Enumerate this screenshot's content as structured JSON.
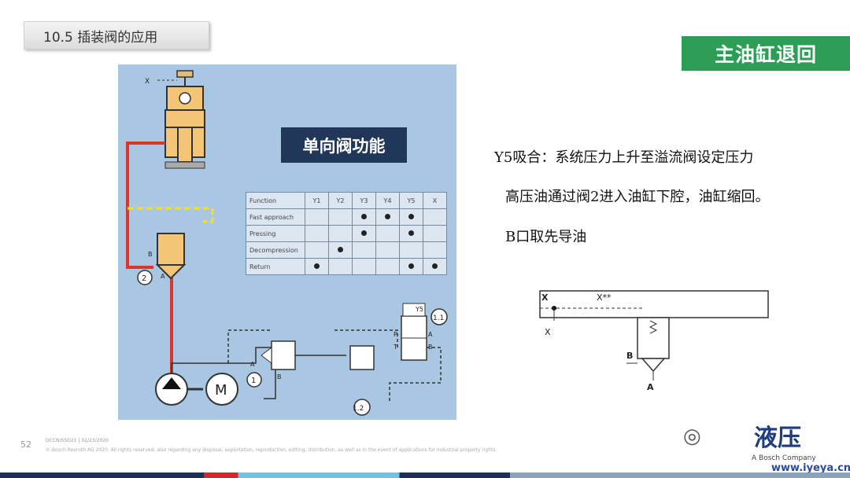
{
  "slide": {
    "title": "10.5 插装阀的应用",
    "badge": "主油缸退回",
    "page_number": "52",
    "footer_line1": "DCCN/SSO21 | 02/23/2020",
    "footer_line2": "© Bosch Rexroth AG 2020. All rights reserved, also regarding any disposal, exploitation, reproduction, editing, distribution, as well as in the event of applications for industrial property rights."
  },
  "diagram": {
    "label": "单向阀功能",
    "table": {
      "headers": [
        "Function",
        "Y1",
        "Y2",
        "Y3",
        "Y4",
        "Y5",
        "X"
      ],
      "rows": [
        {
          "name": "Fast approach",
          "cells": [
            false,
            false,
            true,
            true,
            true,
            false
          ]
        },
        {
          "name": "Pressing",
          "cells": [
            false,
            false,
            true,
            false,
            true,
            false
          ]
        },
        {
          "name": "Decompression",
          "cells": [
            false,
            true,
            false,
            false,
            false,
            false
          ]
        },
        {
          "name": "Return",
          "cells": [
            true,
            false,
            false,
            false,
            true,
            true
          ]
        }
      ]
    },
    "labels": {
      "x": "X",
      "b": "B",
      "a": "A",
      "a2": "A",
      "b2": "B",
      "n2": "2",
      "n1": "1",
      "n12": "1.2",
      "n11": "1.1",
      "m": "M",
      "y5": "Y5",
      "p": "P",
      "a3": "A",
      "t": "T",
      "b3": "B"
    }
  },
  "text": {
    "line1": "Y5吸合：系统压力上升至溢流阀设定压力",
    "line2": "高压油通过阀2进入油缸下腔，油缸缩回。",
    "line3": "B口取先导油"
  },
  "symbol": {
    "x1": "X",
    "x2": "X**",
    "x3": "X",
    "b": "B",
    "a": "A"
  },
  "watermark": {
    "brand": "液压",
    "bosch": "A Bosch Company",
    "url": "www.iyeya.cn"
  }
}
